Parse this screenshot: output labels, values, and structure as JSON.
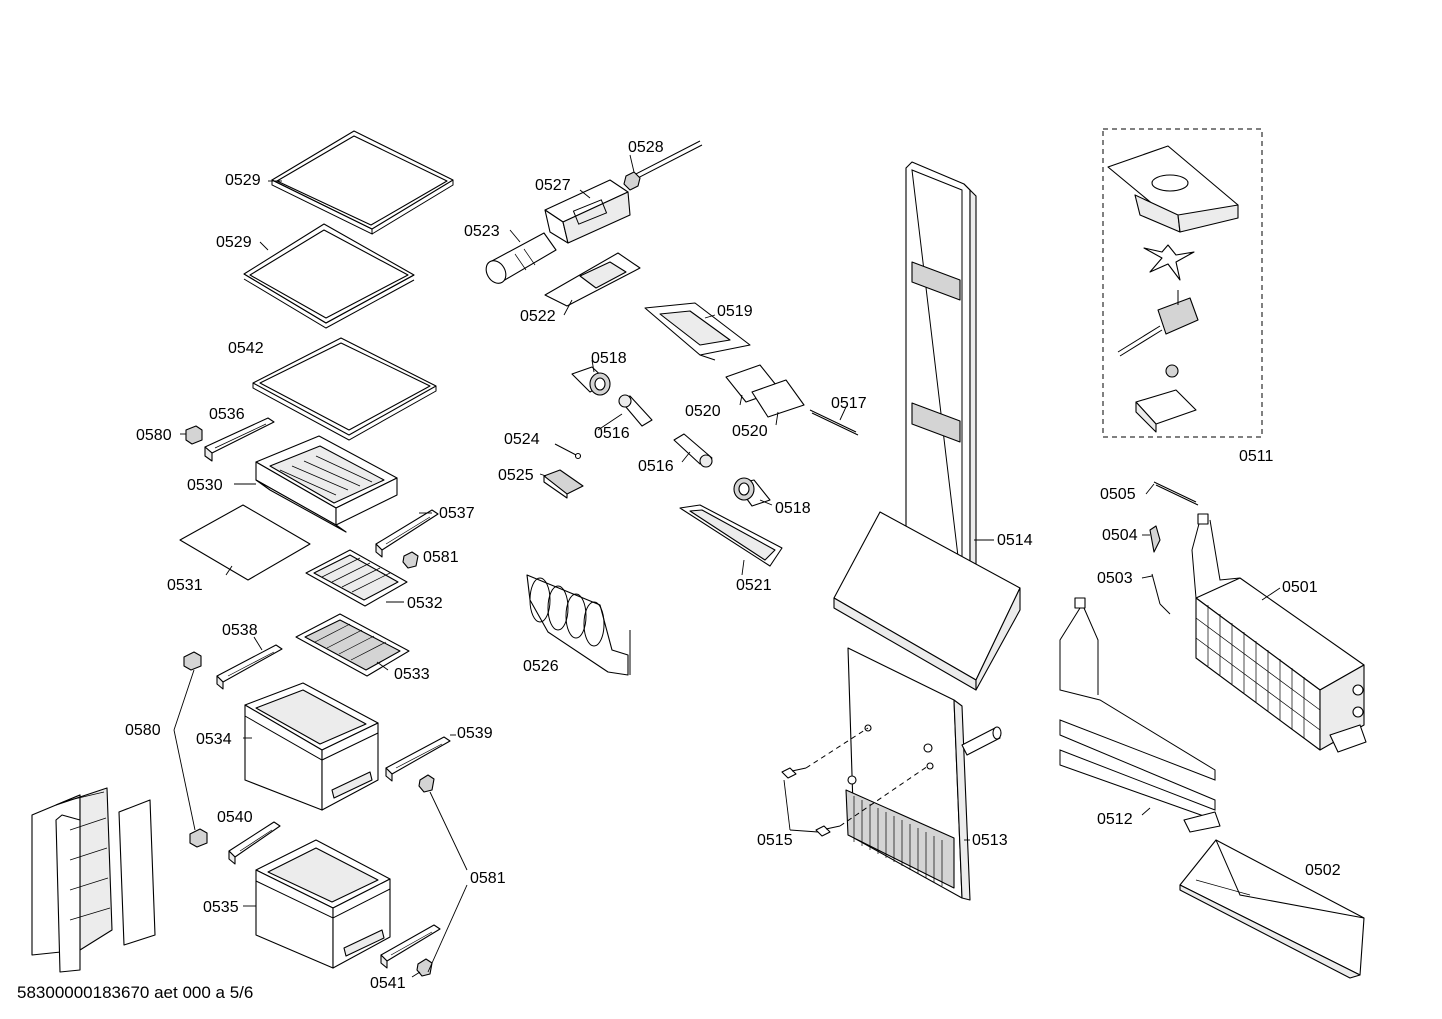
{
  "parts": {
    "p0529a": "0529",
    "p0529b": "0529",
    "p0542": "0542",
    "p0580a": "0580",
    "p0536": "0536",
    "p0530": "0530",
    "p0537": "0537",
    "p0581a": "0581",
    "p0531": "0531",
    "p0532": "0532",
    "p0538": "0538",
    "p0533": "0533",
    "p0580b": "0580",
    "p0534": "0534",
    "p0539": "0539",
    "p0540": "0540",
    "p0581b": "0581",
    "p0535": "0535",
    "p0541": "0541",
    "p0528": "0528",
    "p0527": "0527",
    "p0523": "0523",
    "p0522": "0522",
    "p0519": "0519",
    "p0518a": "0518",
    "p0520a": "0520",
    "p0520b": "0520",
    "p0517": "0517",
    "p0524": "0524",
    "p0516a": "0516",
    "p0516b": "0516",
    "p0525": "0525",
    "p0518b": "0518",
    "p0521": "0521",
    "p0526": "0526",
    "p0514": "0514",
    "p0513": "0513",
    "p0515": "0515",
    "p0511": "0511",
    "p0505": "0505",
    "p0504": "0504",
    "p0503": "0503",
    "p0501": "0501",
    "p0512": "0512",
    "p0502": "0502"
  },
  "footer": "58300000183670 aet 000 a 5/6"
}
